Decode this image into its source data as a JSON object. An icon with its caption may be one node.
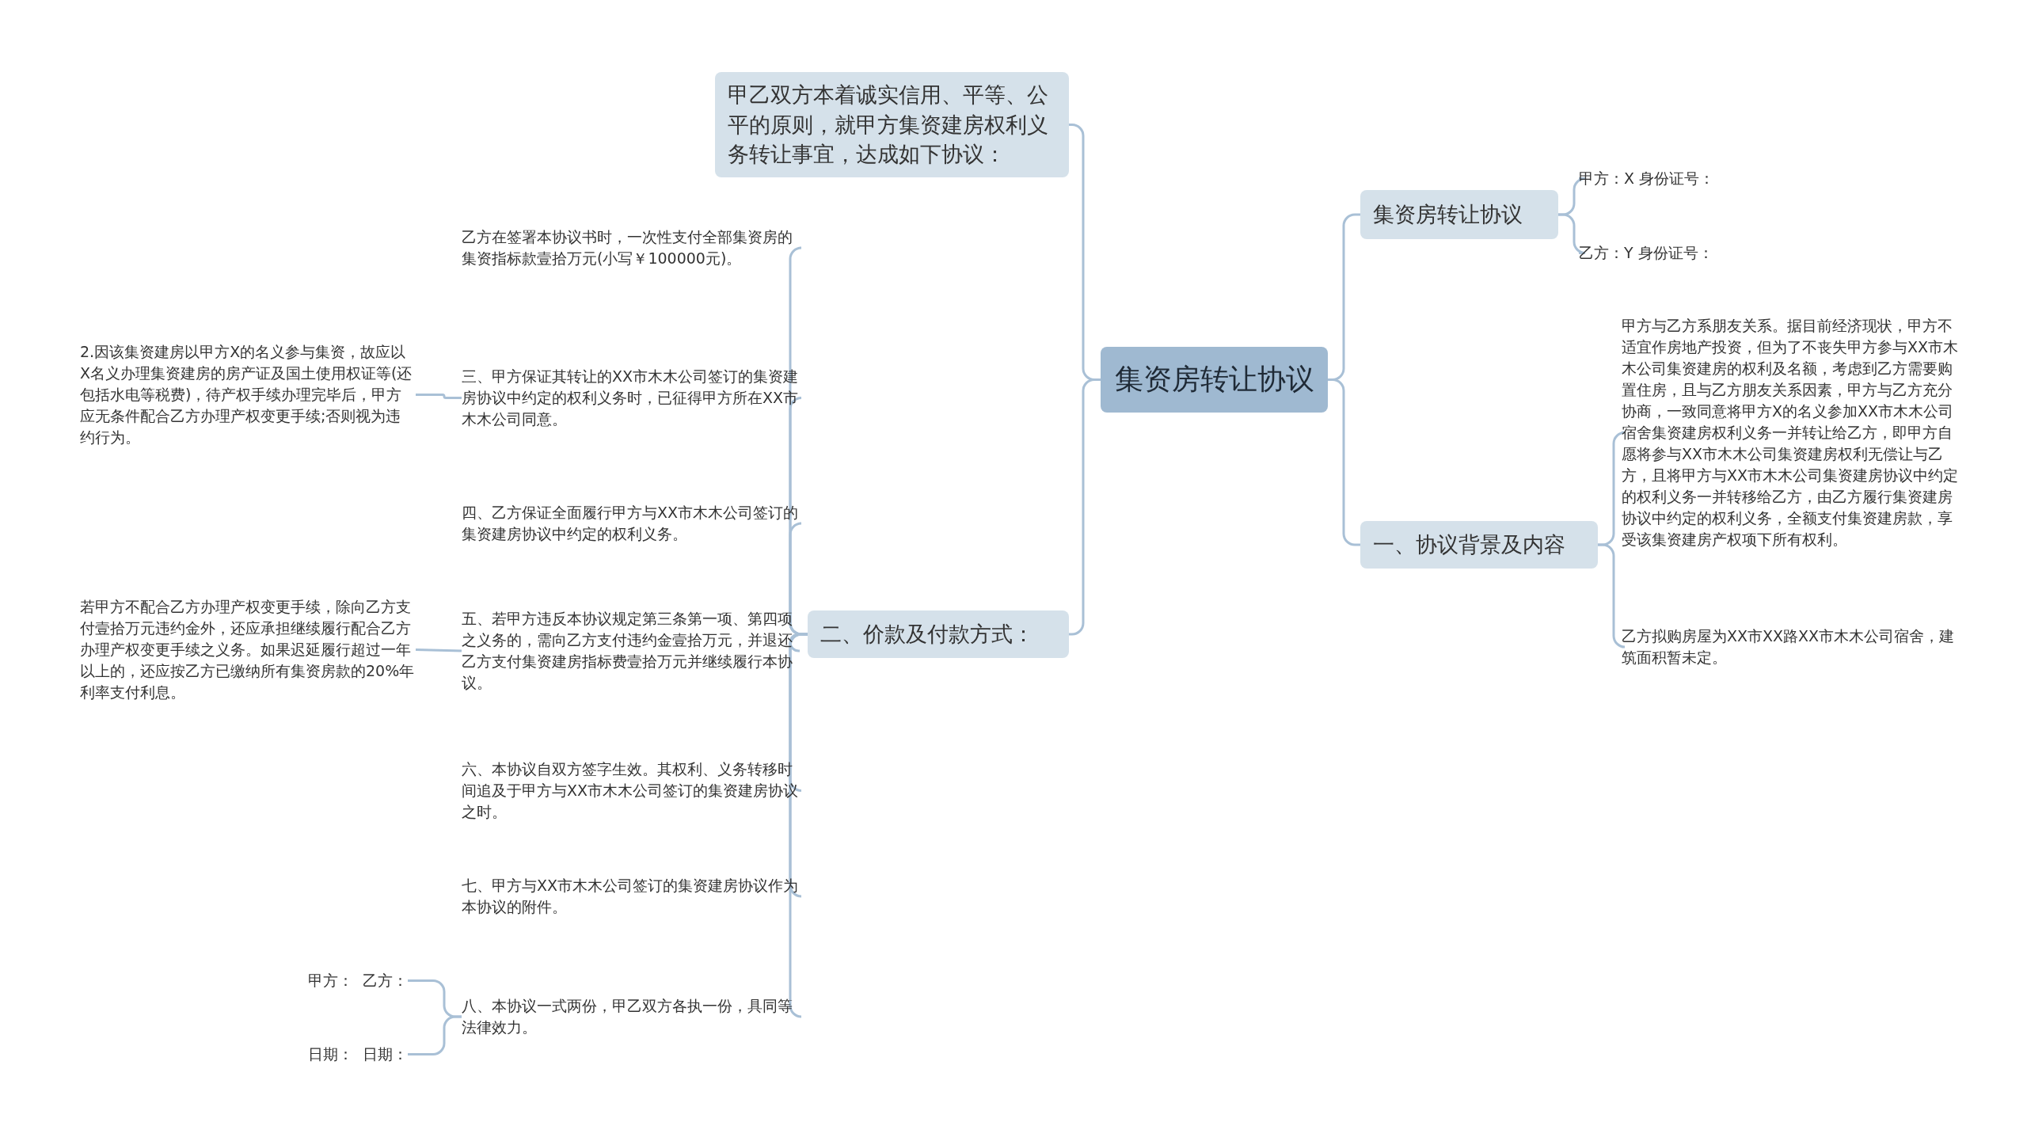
{
  "diagram": {
    "nodes": [
      {
        "text": [
          "集资房转让协议"
        ]
      },
      {
        "text": [
          "甲乙双方本着诚实信用、平等、公平的原则，就甲方集资建房权利义务转让事宜，达成如下协议："
        ]
      },
      {
        "text": [
          "二、价款及付款方式："
        ]
      },
      {
        "text": [
          "乙方在签署本协议书时，一次性支付全部集资房的集资指标款壹拾万元(小写￥100000元)。"
        ]
      },
      {
        "text": [
          "三、甲方保证其转让的XX市木木公司签订的集资建房协议中约定的权利义务时，已征得甲方所在XX市木木公司同意。"
        ]
      },
      {
        "text": [
          "四、乙方保证全面履行甲方与XX市木木公司签订的集资建房协议中约定的权利义务。"
        ]
      },
      {
        "text": [
          "五、若甲方违反本协议规定第三条第一项、第四项之义务的，需向乙方支付违约金壹拾万元，并退还乙方支付集资建房指标费壹拾万元并继续履行本协议。"
        ]
      },
      {
        "text": [
          "六、本协议自双方签字生效。其权利、义务转移时间追及于甲方与XX市木木公司签订的集资建房协议之时。"
        ]
      },
      {
        "text": [
          "七、甲方与XX市木木公司签订的集资建房协议作为本协议的附件。"
        ]
      },
      {
        "text": [
          "八、本协议一式两份，甲乙双方各执一份，具同等法律效力。"
        ]
      },
      {
        "text": [
          "2.因该集资建房以甲方X的名义参与集资，故应以X名义办理集资建房的房产证及国土使用权证等(还包括水电等税费)，待产权手续办理完毕后，甲方应无条件配合乙方办理产权变更手续;否则视为违约行为。"
        ]
      },
      {
        "text": [
          "若甲方不配合乙方办理产权变更手续，除向乙方支付壹拾万元违约金外，还应承担继续履行配合乙方办理产权变更手续之义务。如果迟延履行超过一年以上的，还应按乙方已缴纳所有集资房款的20%年利率支付利息。"
        ]
      },
      {
        "text": [
          "甲方：  乙方："
        ]
      },
      {
        "text": [
          "日期：  日期："
        ]
      },
      {
        "text": [
          "集资房转让协议"
        ]
      },
      {
        "text": [
          "甲方：X 身份证号："
        ]
      },
      {
        "text": [
          "乙方：Y 身份证号："
        ]
      },
      {
        "text": [
          "一、协议背景及内容"
        ]
      },
      {
        "text": [
          "甲方与乙方系朋友关系。据目前经济现状，甲方不适宜作房地产投资，但为了不丧失甲方参与XX市木木公司集资建房的权利及名额，考虑到乙方需要购置住房，且与乙方朋友关系因素，甲方与乙方充分协商，一致同意将甲方X的名义参加XX市木木公司宿舍集资建房权利义务一并转让给乙方，即甲方自愿将参与XX市木木公司集资建房权利无偿让与乙方，且将甲方与XX市木木公司集资建房协议中约定的权利义务一并转移给乙方，由乙方履行集资建房协议中约定的权利义务，全额支付集资建房款，享受该集资建房产权项下所有权利。"
        ]
      },
      {
        "text": [
          "乙方拟购房屋为XX市XX路XX市木木公司宿舍，建筑面积暂未定。"
        ]
      }
    ],
    "edges": [
      {
        "from": 0,
        "to": 1,
        "arrow": "none"
      },
      {
        "from": 0,
        "to": 2,
        "arrow": "none"
      },
      {
        "from": 2,
        "to": 3,
        "arrow": "none"
      },
      {
        "from": 2,
        "to": 4,
        "arrow": "none"
      },
      {
        "from": 2,
        "to": 5,
        "arrow": "none"
      },
      {
        "from": 2,
        "to": 6,
        "arrow": "none"
      },
      {
        "from": 2,
        "to": 7,
        "arrow": "none"
      },
      {
        "from": 2,
        "to": 8,
        "arrow": "none"
      },
      {
        "from": 2,
        "to": 9,
        "arrow": "none"
      },
      {
        "from": 4,
        "to": 10,
        "arrow": "none"
      },
      {
        "from": 6,
        "to": 11,
        "arrow": "none"
      },
      {
        "from": 9,
        "to": 12,
        "arrow": "none"
      },
      {
        "from": 9,
        "to": 13,
        "arrow": "none"
      },
      {
        "from": 0,
        "to": 14,
        "arrow": "none"
      },
      {
        "from": 14,
        "to": 15,
        "arrow": "none"
      },
      {
        "from": 14,
        "to": 16,
        "arrow": "none"
      },
      {
        "from": 0,
        "to": 17,
        "arrow": "none"
      },
      {
        "from": 17,
        "to": 18,
        "arrow": "none"
      },
      {
        "from": 17,
        "to": 19,
        "arrow": "none"
      }
    ]
  }
}
